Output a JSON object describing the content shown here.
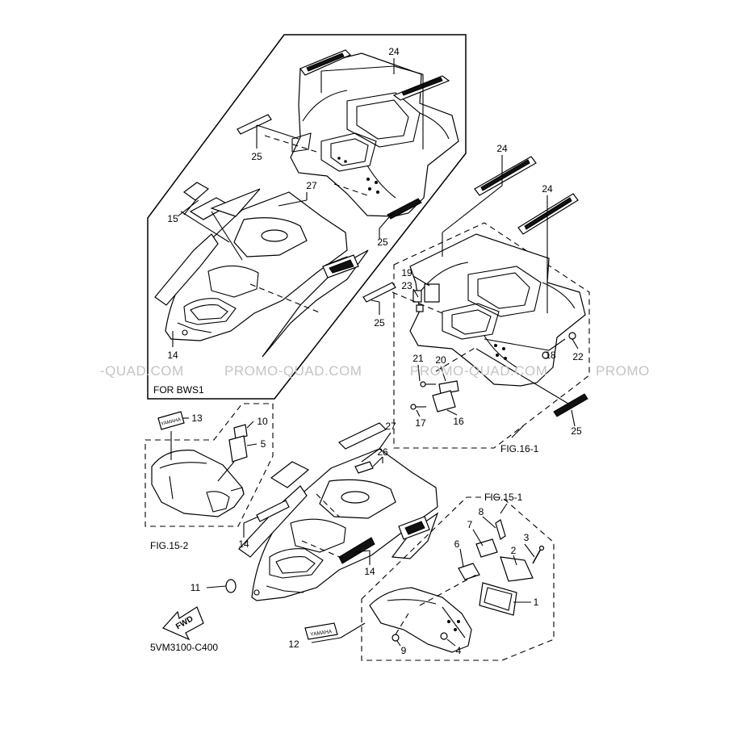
{
  "labels": {
    "bws": {
      "p24": "24",
      "p25": "25",
      "p27": "27",
      "p15": "15",
      "p14": "14"
    },
    "fig16": {
      "p24a": "24",
      "p24b": "24",
      "p19": "19",
      "p23": "23",
      "p25a": "25",
      "p25b": "25",
      "p21": "21",
      "p20": "20",
      "p18": "18",
      "p22": "22",
      "p17": "17",
      "p16": "16"
    },
    "fig152": {
      "p13": "13",
      "p10": "10",
      "p5": "5"
    },
    "front": {
      "p27": "27",
      "p26": "26",
      "p14a": "14",
      "p14b": "14",
      "p11": "11",
      "p12": "12"
    },
    "fig151": {
      "p8": "8",
      "p7": "7",
      "p3": "3",
      "p6": "6",
      "p2": "2",
      "p1": "1",
      "p9": "9",
      "p4": "4"
    }
  },
  "captions": {
    "for_bws1": "FOR BWS1",
    "fig16_1": "FIG.16-1",
    "fig15_1": "FIG.15-1",
    "fig15_2": "FIG.15-2",
    "diagram_code": "5VM3100-C400"
  },
  "watermarks": [
    "-QUAD.COM",
    "PROMO-QUAD.COM",
    "PROMO-QUAD.COM",
    "PROMO"
  ],
  "emblem_text": "YAMAHA",
  "fwd_text": "FWD"
}
